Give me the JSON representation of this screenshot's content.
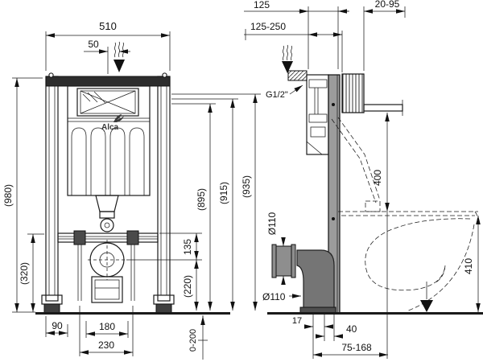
{
  "drawing": {
    "brand_logo": "Alca",
    "front_view": {
      "width": "510",
      "inlet_offset": "50",
      "total_height": "(980)",
      "crossbar_height": "(320)",
      "drain_to_crossbar": "135",
      "drain_height": "(220)",
      "height_895": "(895)",
      "height_915": "(915)",
      "height_935": "(935)",
      "edge_to_rod": "90",
      "bracket_span": "180",
      "rod_span": "230",
      "leg_adjust": "0-200"
    },
    "side_view": {
      "depth_adjust": "125-250",
      "depth": "125",
      "wall_gap": "20-95",
      "inlet_thread": "G1/2\"",
      "sleeve_diameter": "Ø110",
      "elbow_diameter": "Ø110",
      "support_height": "400",
      "bowl_height": "410",
      "outlet_offset_17": "17",
      "outlet_offset_40": "40",
      "outlet_range": "75-168"
    }
  }
}
